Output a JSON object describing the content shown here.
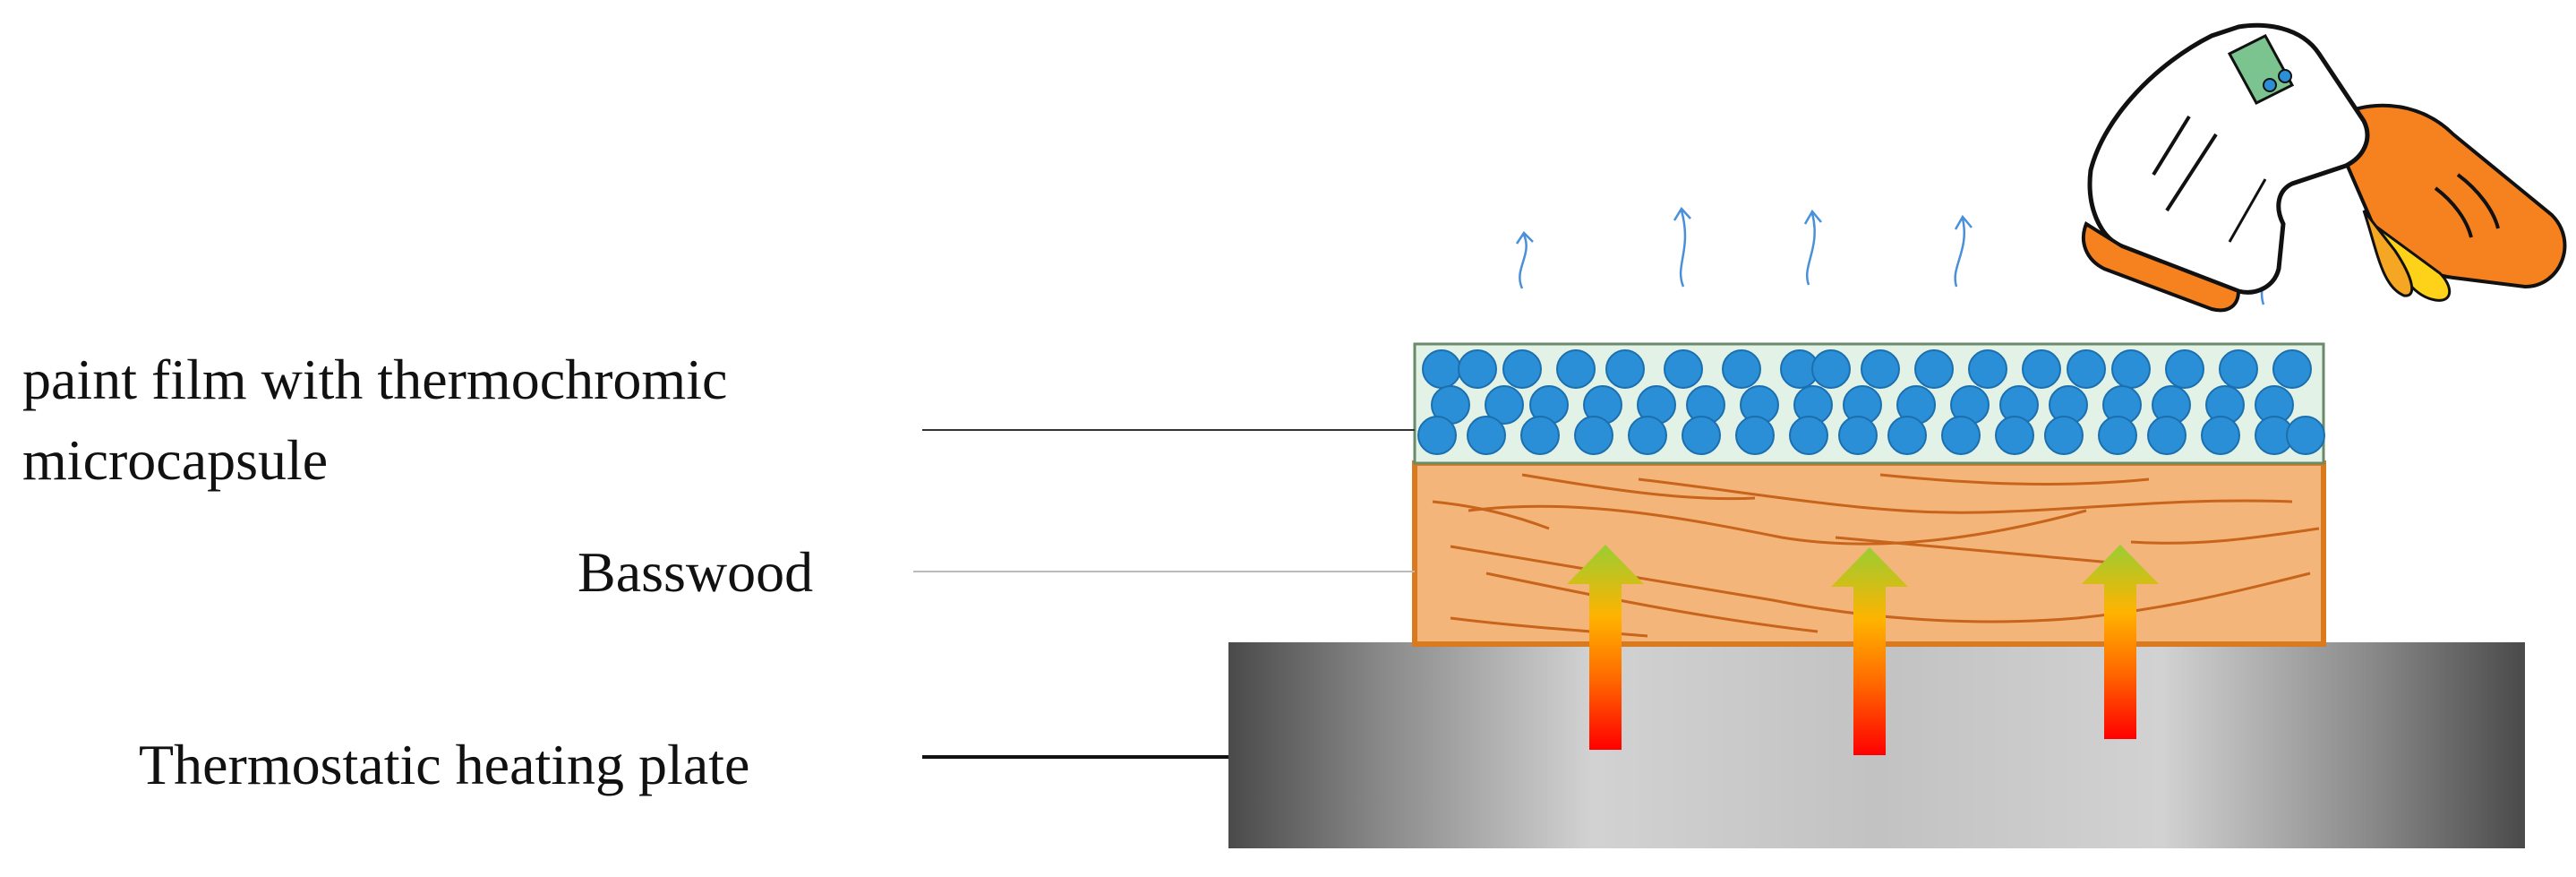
{
  "labels": {
    "paint_film_line1": "paint film with thermochromic",
    "paint_film_line2": "microcapsule",
    "basswood": "Basswood",
    "heating_plate": "Thermostatic heating plate"
  },
  "colors": {
    "film_fill": "#e3f2e6",
    "microcapsule": "#2a8fd6",
    "basswood_fill": "#f3b57a",
    "basswood_border": "#d97a1e",
    "grain": "#c8641c",
    "plate_dark": "#4a4a4a",
    "plate_light": "#d2d2d2",
    "heat_arrow_top": "#9acd32",
    "heat_arrow_mid": "#ff9900",
    "heat_arrow_bottom": "#ff0000",
    "vapor": "#4a90d9",
    "thermometer_orange": "#f5821f",
    "thermometer_green": "#7cc48f"
  },
  "icons": {
    "thermometer": "infrared-thermometer-icon",
    "heat_arrow": "arrow-up-icon",
    "vapor": "heat-wave-icon"
  }
}
